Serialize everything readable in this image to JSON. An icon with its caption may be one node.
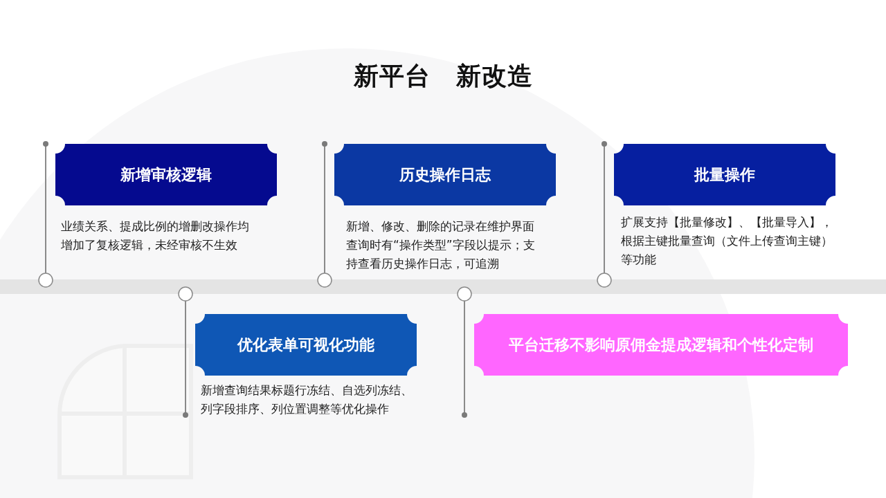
{
  "diagram": {
    "title": "新平台　新改造",
    "nodes": [
      {
        "text": [
          "新增审核逻辑"
        ],
        "beside": [
          "业绩关系、提成比例的增删改操作均增加了复核逻辑，未经审核不生效"
        ]
      },
      {
        "text": [
          "历史操作日志"
        ],
        "beside": [
          "新增、修改、删除的记录在维护界面查询时有“操作类型”字段以提示；支持查看历史操作日志，可追溯"
        ]
      },
      {
        "text": [
          "批量操作"
        ],
        "beside": [
          "扩展支持【批量修改】、【批量导入】，根据主键批量查询（文件上传查询主键）等功能"
        ]
      },
      {
        "text": [
          "优化表单可视化功能"
        ],
        "beside": [
          "新增查询结果标题行冻结、自选列冻结、列字段排序、列位置调整等优化操作"
        ]
      },
      {
        "text": [
          "平台迁移不影响原佣金提成逻辑和个性化定制"
        ]
      }
    ]
  }
}
